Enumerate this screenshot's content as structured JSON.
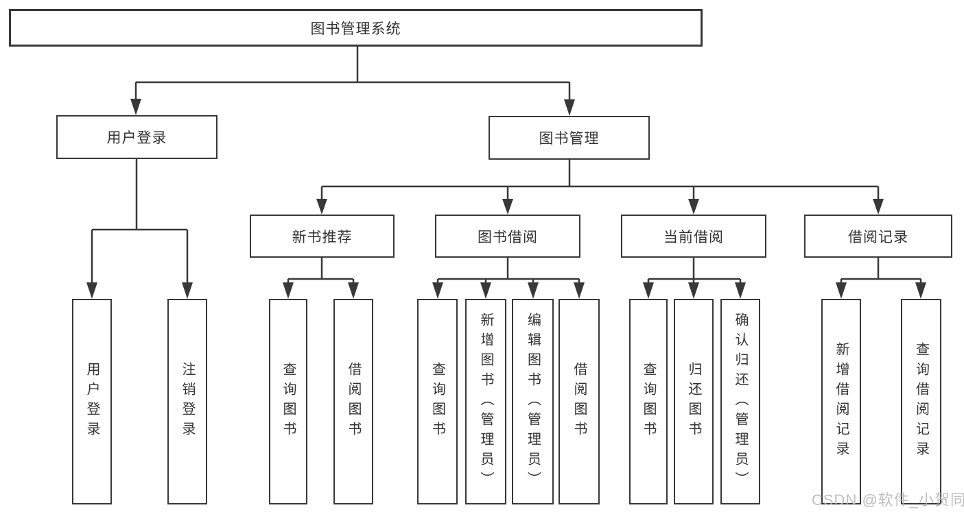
{
  "nodes": {
    "root": "图书管理系统",
    "user_login": "用户登录",
    "book_management": "图书管理",
    "new_book_recommend": "新书推荐",
    "book_borrowing": "图书借阅",
    "current_borrowing": "当前借阅",
    "borrowing_records": "借阅记录",
    "leaf_user_login": "用户登录",
    "leaf_logout": "注销登录",
    "leaf_query_books_recommend": "查询图书",
    "leaf_borrow_books_recommend": "借阅图书",
    "leaf_query_books_borrowing": "查询图书",
    "leaf_add_books_admin": "新增图书（管理员）",
    "leaf_edit_books_admin": "编辑图书（管理员）",
    "leaf_borrow_books_borrowing": "借阅图书",
    "leaf_query_books_current": "查询图书",
    "leaf_return_books": "归还图书",
    "leaf_confirm_return_admin": "确认归还（管理员）",
    "leaf_add_borrow_record": "新增借阅记录",
    "leaf_query_borrow_record": "查询借阅记录"
  },
  "watermark": "CSDN @软件_小贺同学",
  "colors": {
    "line": "#383838",
    "text": "#333333",
    "background": "#ffffff",
    "watermark": "#b9b9b9"
  }
}
